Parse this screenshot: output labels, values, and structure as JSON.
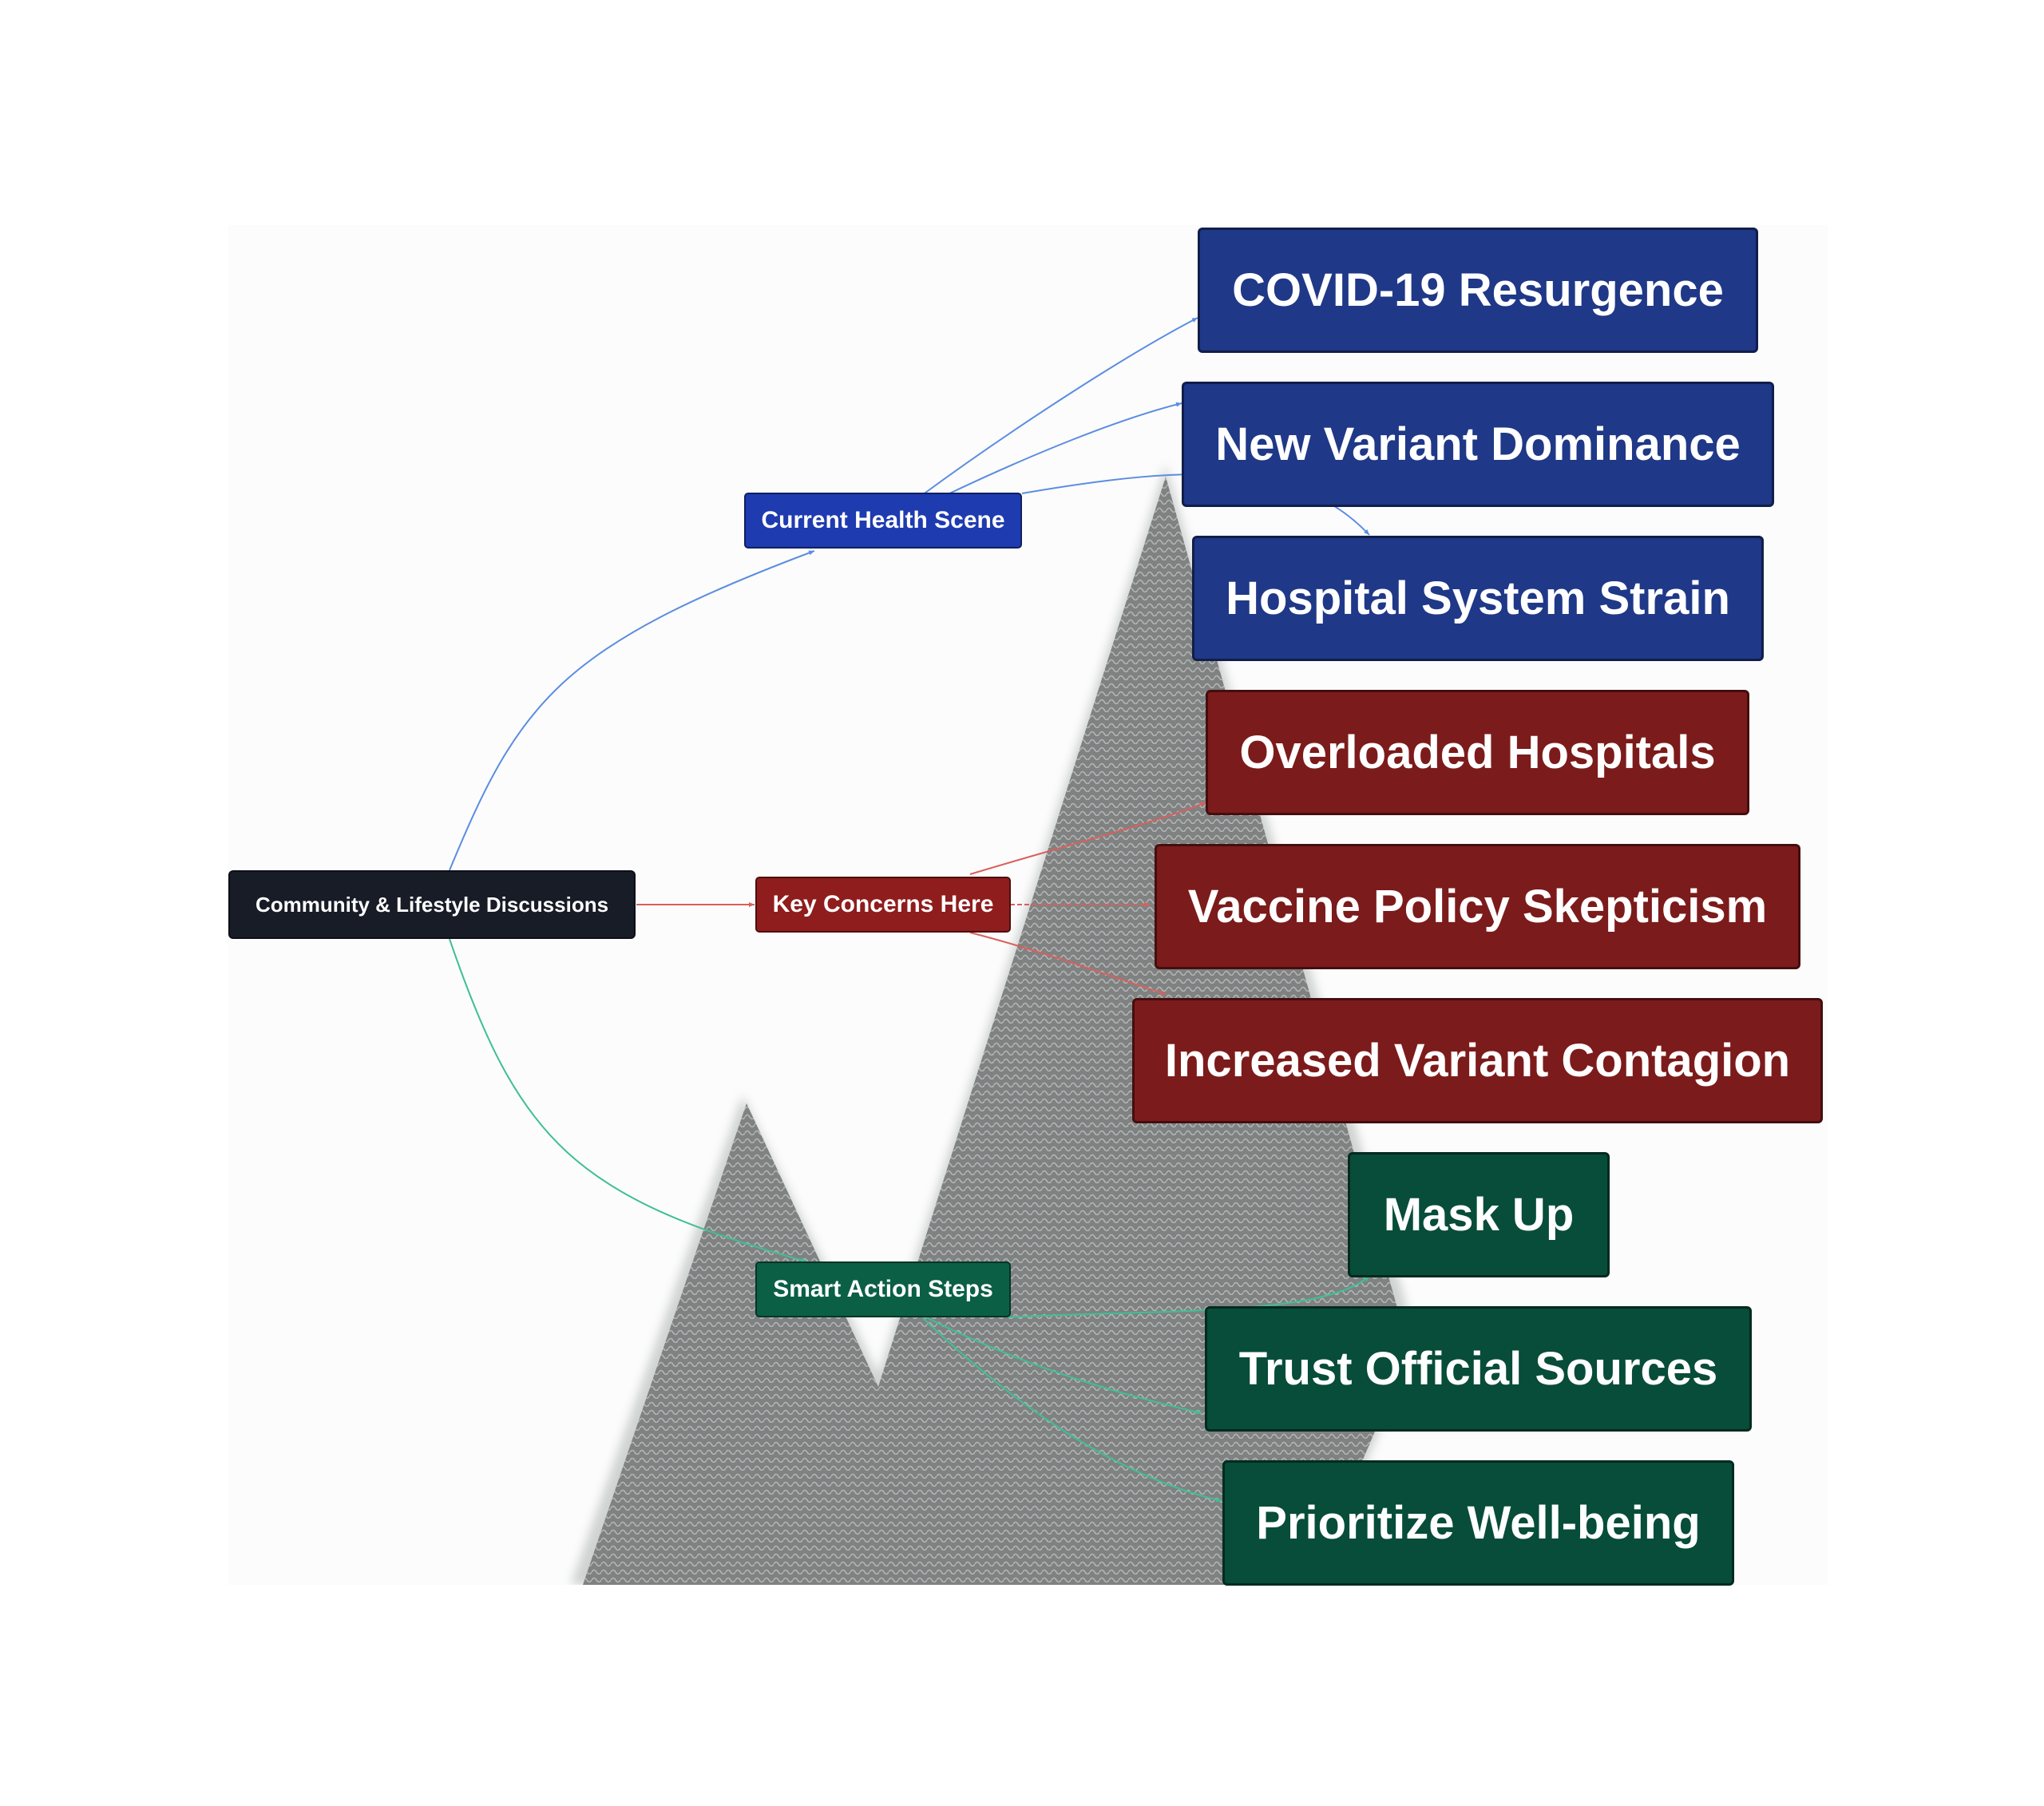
{
  "diagram": {
    "colors": {
      "root": "#181c27",
      "health": "#1f3887",
      "health_mid": "#1e3bb0",
      "health_edge": "#5b8de0",
      "concern": "#7c1b1b",
      "concern_mid": "#8f1d1d",
      "concern_edge": "#d9605c",
      "action": "#074d39",
      "action_mid": "#0b5f45",
      "action_edge": "#3fbf95"
    },
    "root": {
      "label": "Community & Lifestyle Discussions"
    },
    "branches": [
      {
        "label": "Current Health Scene",
        "leaves": [
          "COVID-19 Resurgence",
          "New Variant Dominance",
          "Hospital System Strain"
        ]
      },
      {
        "label": "Key Concerns Here",
        "leaves": [
          "Overloaded Hospitals",
          "Vaccine Policy Skepticism",
          "Increased Variant Contagion"
        ]
      },
      {
        "label": "Smart Action Steps",
        "leaves": [
          "Mask Up",
          "Trust Official Sources",
          "Prioritize Well-being"
        ]
      }
    ]
  }
}
